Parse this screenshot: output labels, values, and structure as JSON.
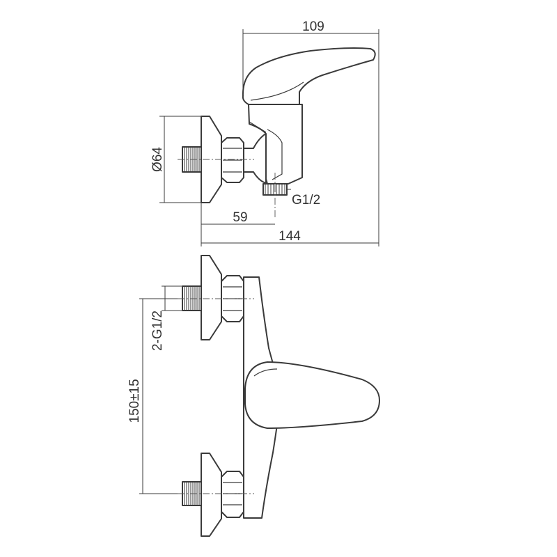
{
  "dimensions": {
    "top_width": "109",
    "diameter": "Ø64",
    "inlet_thread": "G1/2",
    "offset": "59",
    "overall_length": "144",
    "inlet_threads": "2-G1/2",
    "centre_distance": "150±15"
  }
}
